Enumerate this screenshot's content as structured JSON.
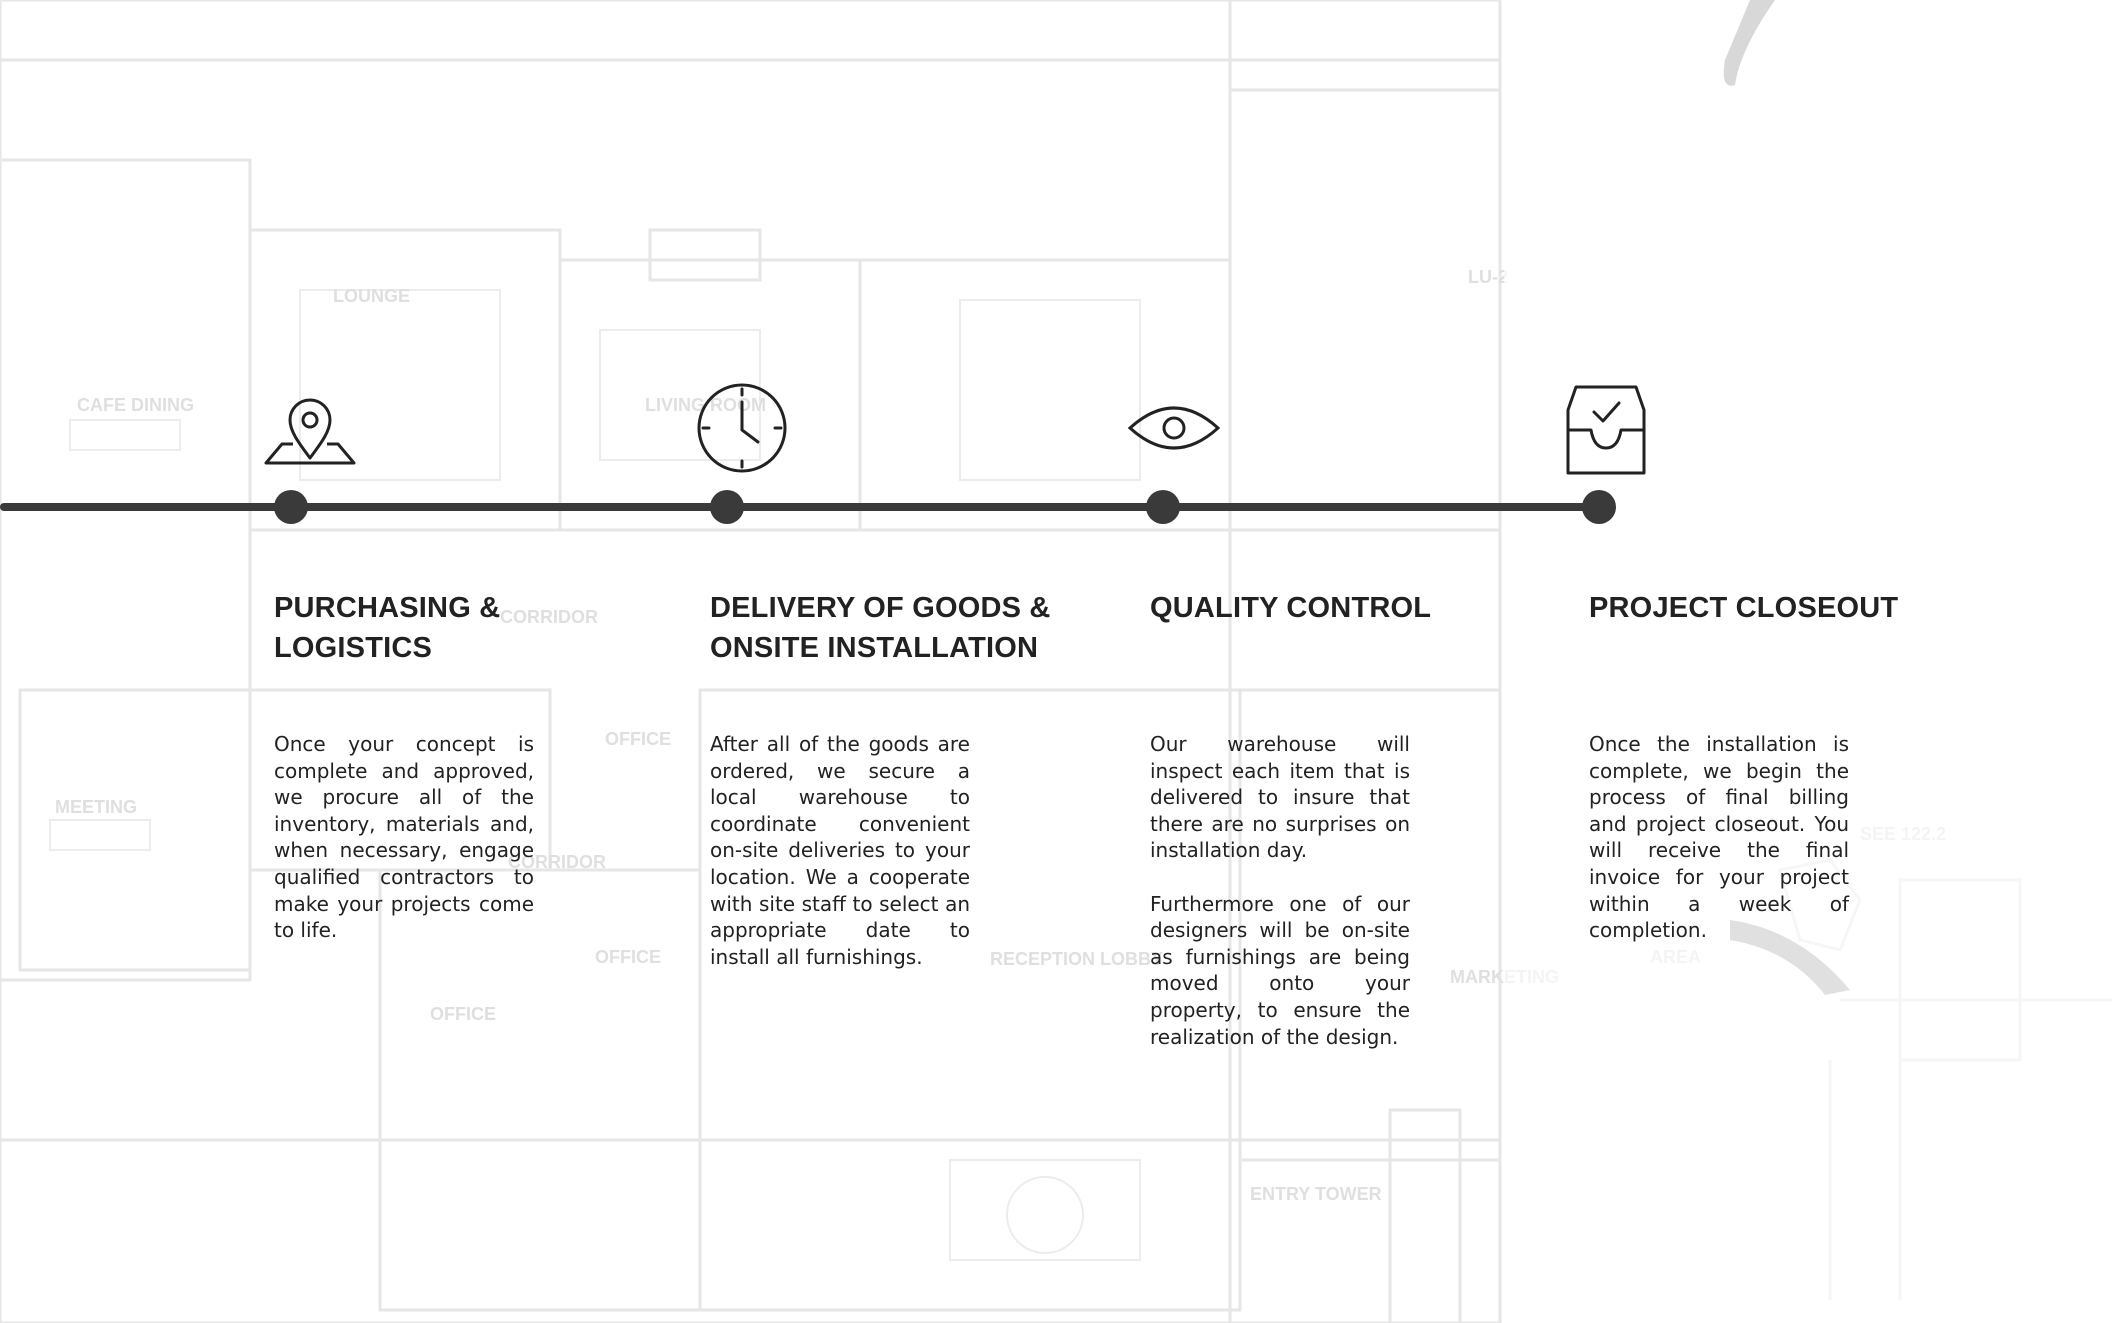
{
  "colors": {
    "line": "#3a3a3a",
    "text": "#222222",
    "blueprint": "#e4e4e4"
  },
  "steps": [
    {
      "icon": "map-pin-icon",
      "title_line1": "PURCHASING &",
      "title_line2": "LOGISTICS",
      "paragraphs": [
        "Once your concept is complete and approved, we procure all of the inventory, materials and, when necessary, engage qualified contractors to make your projects come to life."
      ]
    },
    {
      "icon": "clock-icon",
      "title_line1": "DELIVERY OF GOODS &",
      "title_line2": "ONSITE INSTALLATION",
      "paragraphs": [
        "After all of the goods are ordered, we secure a local warehouse to coordinate convenient on-site deliveries to your location. We a cooperate with site staff to select an appropriate date to install all furnishings."
      ]
    },
    {
      "icon": "eye-icon",
      "title_line1": "QUALITY CONTROL",
      "title_line2": "",
      "paragraphs": [
        "Our warehouse will inspect each item that is delivered to insure that there are no surprises on installation day.",
        "Furthermore one of our designers will be on-site as furnishings are being moved onto your property, to ensure the realization of the design."
      ]
    },
    {
      "icon": "inbox-check-icon",
      "title_line1": "PROJECT CLOSEOUT",
      "title_line2": "",
      "paragraphs": [
        "Once the installation is complete, we begin the process of final billing and project closeout. You will receive the final invoice for your project within a week of completion."
      ]
    }
  ]
}
